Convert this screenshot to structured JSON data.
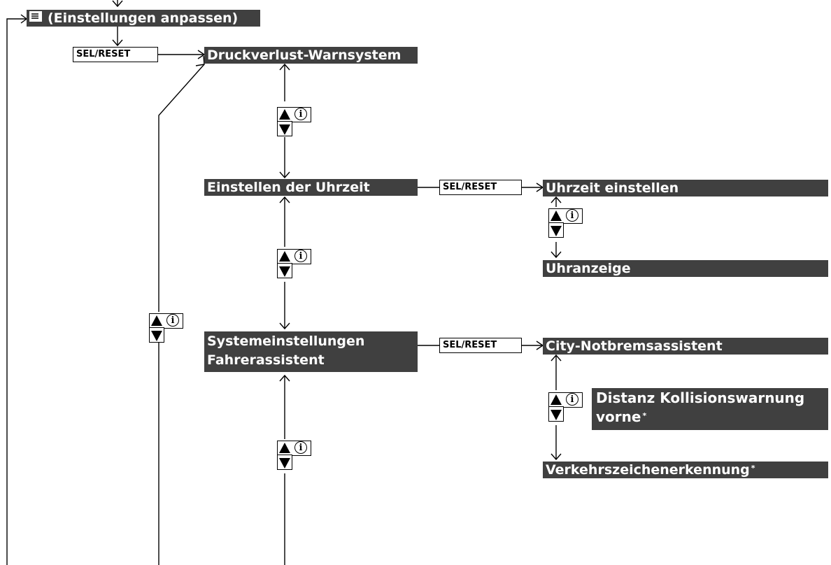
{
  "root": {
    "label": "(Einstellungen anpassen)",
    "icon": "menu-icon"
  },
  "buttons": {
    "sel_reset": "SEL/RESET"
  },
  "menu": {
    "druckverlust": "Druckverlust-Warnsystem",
    "uhrzeit_menu": "Einstellen der Uhrzeit",
    "system_line1": "Systemeinstellungen",
    "system_line2": "Fahrerassistent"
  },
  "submenu_clock": {
    "item1": "Uhrzeit einstellen",
    "item2": "Uhranzeige"
  },
  "submenu_assist": {
    "item1": "City-Notbremsassistent",
    "item2_line1": "Distanz Kollisionswarnung",
    "item2_line2": "vorne",
    "item3": "Verkehrszeichenerkennung",
    "asterisk": "*"
  },
  "nav": {
    "info_symbol": "i"
  }
}
